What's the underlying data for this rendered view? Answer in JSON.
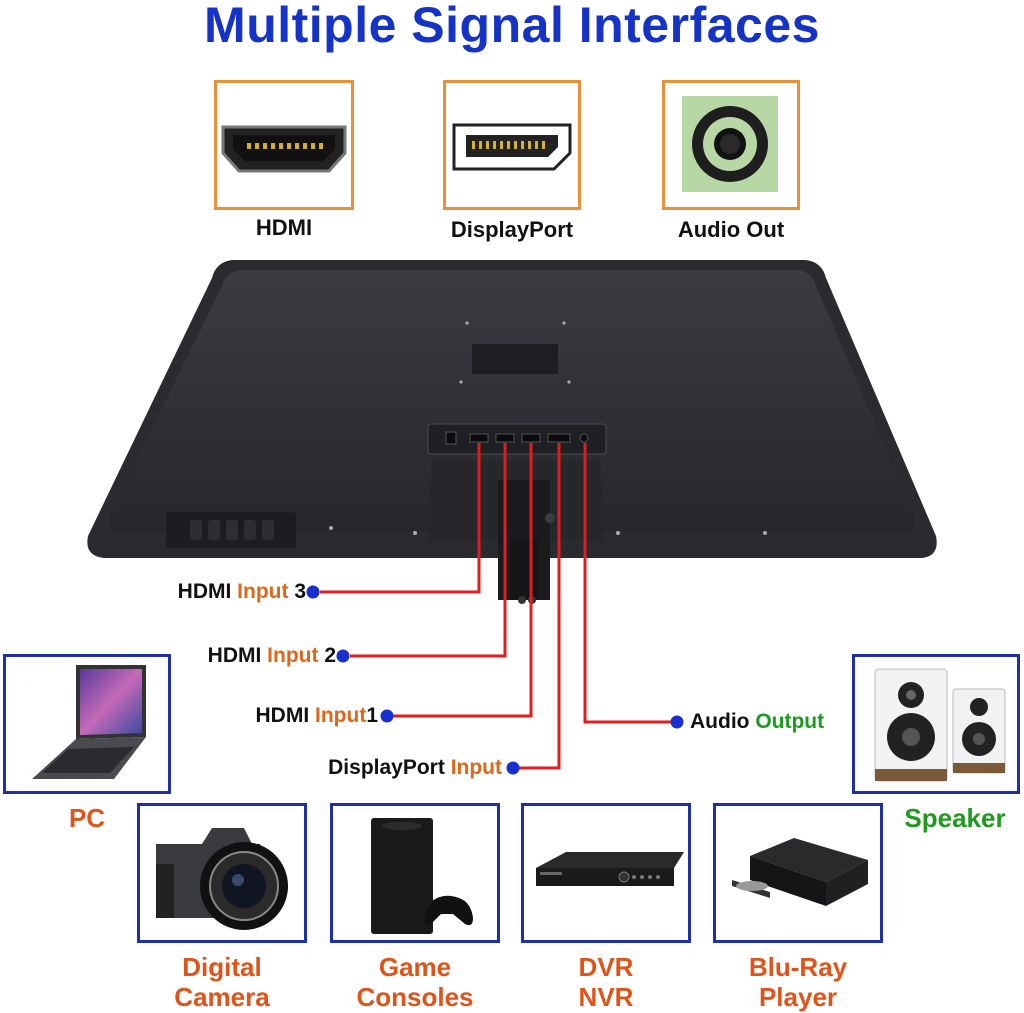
{
  "title": "Multiple Signal Interfaces",
  "ports": [
    {
      "label": "HDMI",
      "icon": "hdmi-port-icon"
    },
    {
      "label": "DisplayPort",
      "icon": "displayport-port-icon"
    },
    {
      "label": "Audio Out",
      "icon": "audio-jack-icon"
    }
  ],
  "callouts": {
    "hdmi3": {
      "prefix": "HDMI ",
      "highlight": "Input",
      "suffix": " 3"
    },
    "hdmi2": {
      "prefix": "HDMI ",
      "highlight": "Input",
      "suffix": " 2"
    },
    "hdmi1": {
      "prefix": "HDMI ",
      "highlight": "Input",
      "suffix": "1"
    },
    "dp": {
      "prefix": "DisplayPort ",
      "highlight": "Input",
      "suffix": ""
    },
    "audio": {
      "prefix": "Audio ",
      "highlight": "Output",
      "suffix": ""
    }
  },
  "devices": {
    "pc": "PC",
    "speaker": "Speaker",
    "camera_1": "Digital",
    "camera_2": "Camera",
    "console_1": "Game",
    "console_2": "Consoles",
    "dvr_1": "DVR",
    "dvr_2": "NVR",
    "bluray_1": "Blu-Ray",
    "bluray_2": "Player"
  },
  "colors": {
    "title": "#1633c8",
    "port_border": "#e8903a",
    "device_border": "#1e2fa8",
    "device_label": "#e0541a",
    "speaker_label": "#1e9a1e",
    "wire": "#e01e1e",
    "dot": "#1a2fd0"
  }
}
